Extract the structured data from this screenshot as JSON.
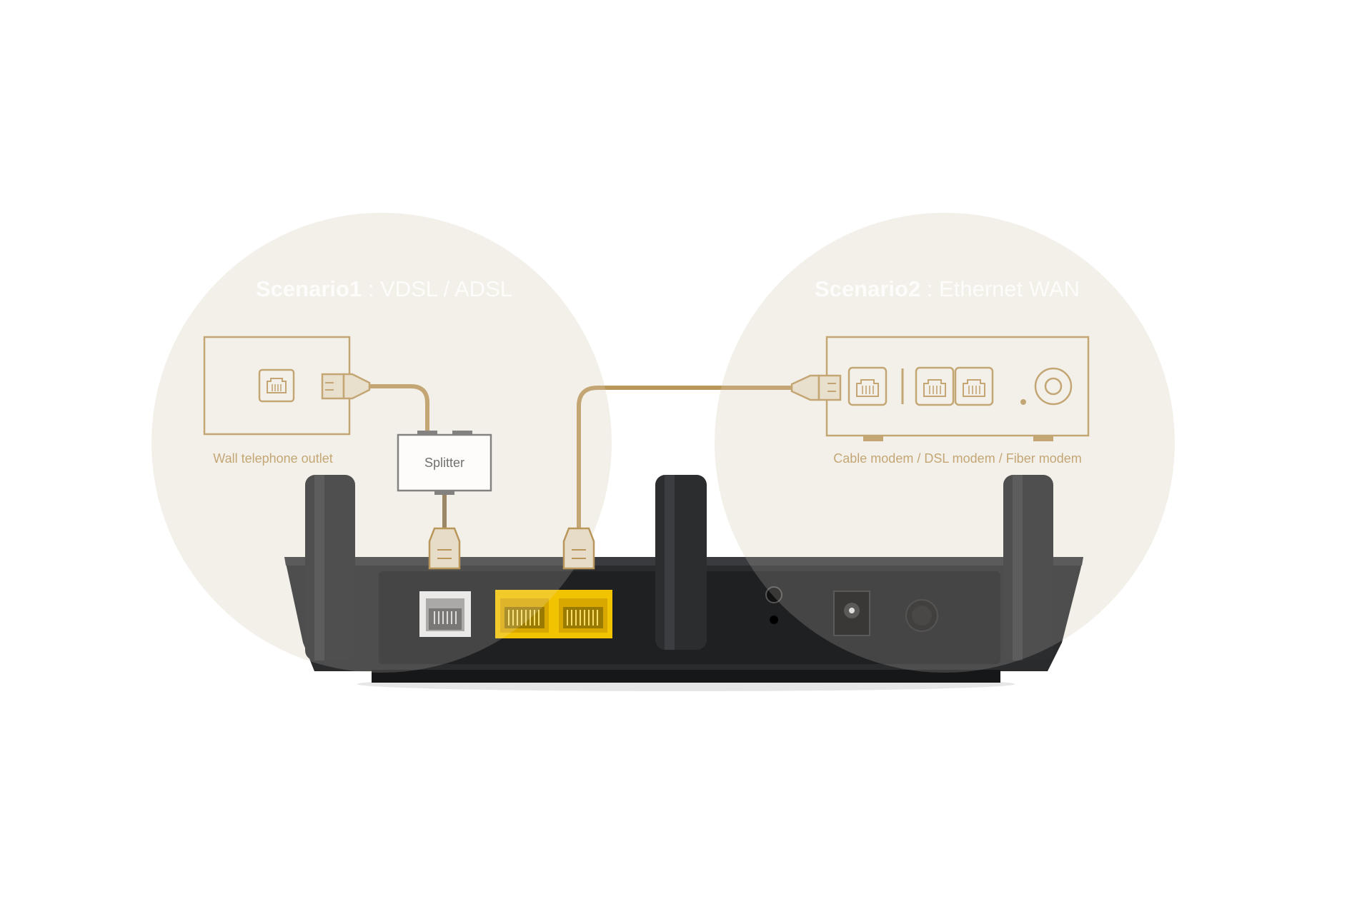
{
  "colors": {
    "background": "#ffffff",
    "circle": "#f3f1eb",
    "gold": "#b9975b",
    "title_text": "#ffffff",
    "splitter_border": "#6b6b6b",
    "router_body": "#2a2b2d",
    "router_panel": "#1c1d1f",
    "port_yellow": "#f2c300"
  },
  "scenario1": {
    "title_bold": "Scenario1",
    "title_rest": " : VDSL / ADSL",
    "wall_outlet_label": "Wall telephone outlet",
    "splitter_label": "Splitter"
  },
  "scenario2": {
    "title_bold": "Scenario2",
    "title_rest": " : Ethernet WAN",
    "modem_label": "Cable modem / DSL modem /  Fiber modem"
  },
  "icons": [
    "rj11-jack-icon",
    "rj45-plug-icon",
    "rj45-jack-icon",
    "coax-icon",
    "antenna-icon",
    "dc-power-icon",
    "power-button-icon",
    "wps-button-icon",
    "reset-hole-icon"
  ]
}
